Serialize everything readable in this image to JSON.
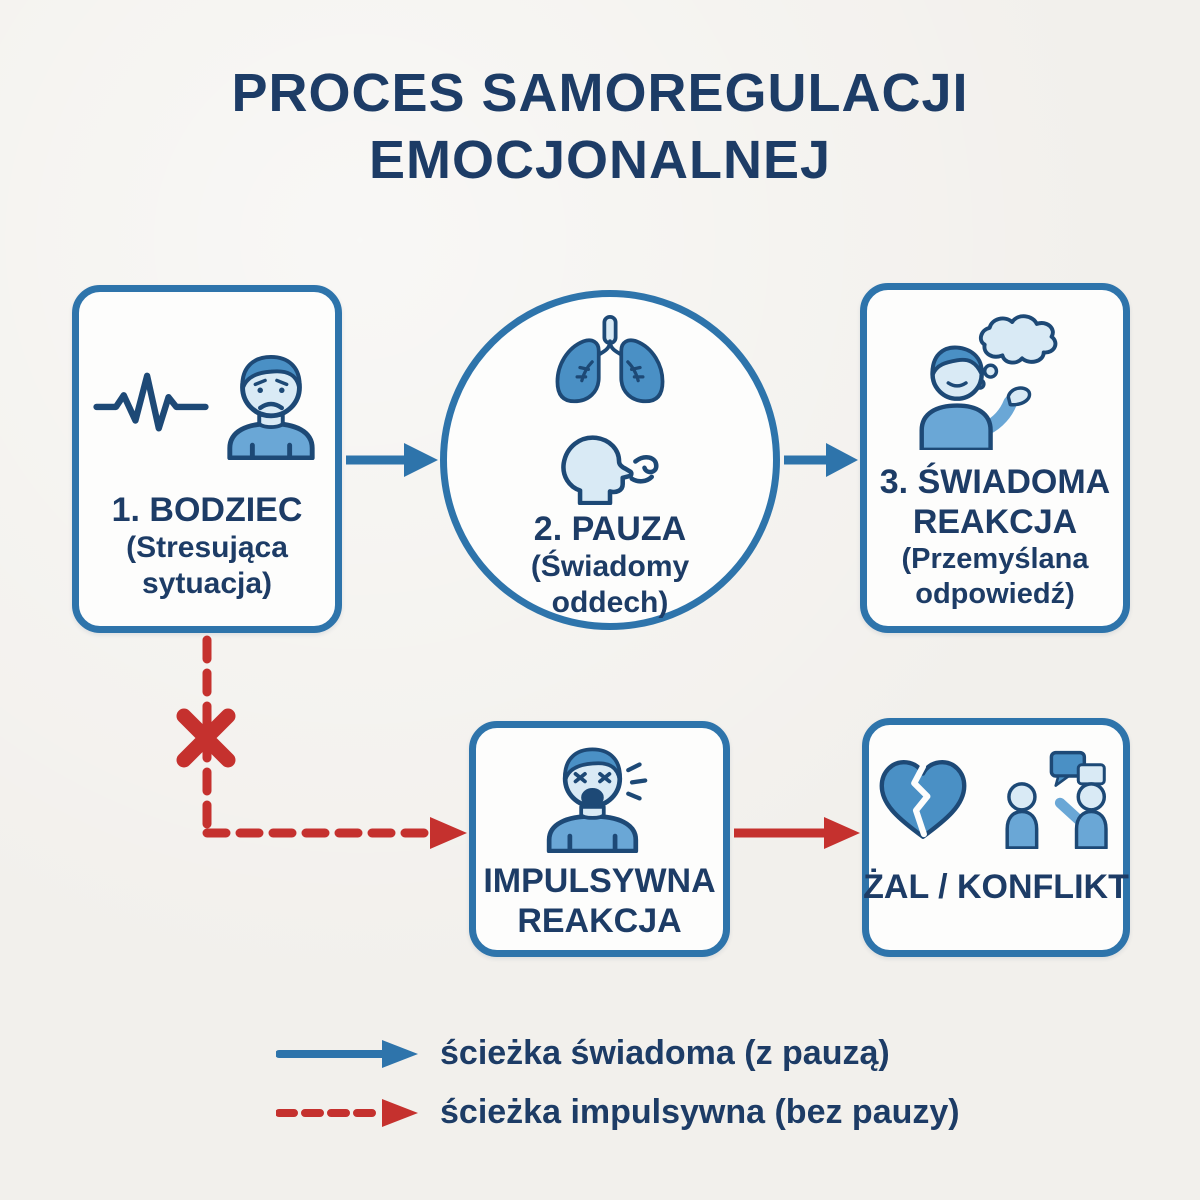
{
  "title": {
    "line1": "PROCES SAMOREGULACJI",
    "line2": "EMOCJONALNEJ"
  },
  "nodes": {
    "bodziec": {
      "label": "1. BODZIEC",
      "sublabel": "(Stresująca sytuacja)",
      "icons": [
        "heartbeat-icon",
        "sad-person-icon"
      ]
    },
    "pauza": {
      "label": "2. PAUZA",
      "sublabel": "(Świadomy oddech)",
      "icons": [
        "lungs-icon",
        "breathing-person-icon"
      ]
    },
    "swiadoma": {
      "label": "3. ŚWIADOMA REAKCJA",
      "sublabel": "(Przemyślana odpowiedź)",
      "icons": [
        "thinking-person-icon",
        "thought-bubble-icon"
      ]
    },
    "impulsywna": {
      "label": "IMPULSYWNA REAKCJA",
      "icons": [
        "angry-person-icon"
      ]
    },
    "zal": {
      "label": "ŻAL / KONFLIKT",
      "icons": [
        "broken-heart-icon",
        "conflict-people-icon"
      ]
    }
  },
  "connectors": {
    "conscious_style": "solid blue arrows: bodziec → pauza → świadoma reakcja",
    "impulsive_style": "dashed red path with X mark: bodziec → impulsywna reakcja → żal/konflikt"
  },
  "legend": {
    "conscious_label": "ścieżka świadoma (z pauzą)",
    "impulsive_label": "ścieżka impulsywna (bez pauzy)"
  },
  "colors": {
    "bg": "#f2f0ec",
    "box_bg": "#fdfdfc",
    "border": "#2e74ab",
    "navy": "#1d3c66",
    "outline": "#1d4976",
    "mid": "#4a90c5",
    "mid_light": "#6aa7d6",
    "light": "#d9eaf5",
    "red": "#c5312e"
  }
}
